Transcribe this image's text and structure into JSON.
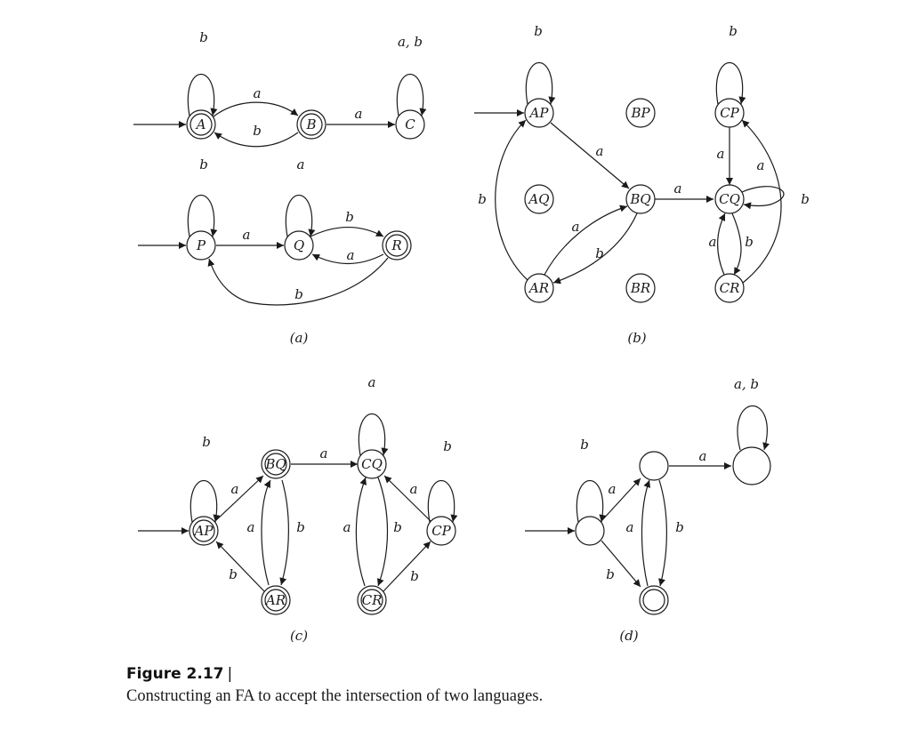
{
  "figure": {
    "number": "Figure 2.17",
    "separator": "|",
    "caption": "Constructing an FA to accept the intersection of two languages."
  },
  "subfigures": {
    "a": {
      "label": "(a)",
      "states": [
        "A",
        "B",
        "C",
        "P",
        "Q",
        "R"
      ],
      "transitions": [
        {
          "from": "A",
          "to": "A",
          "symbol": "b"
        },
        {
          "from": "A",
          "to": "B",
          "symbol": "a"
        },
        {
          "from": "B",
          "to": "A",
          "symbol": "b"
        },
        {
          "from": "B",
          "to": "C",
          "symbol": "a"
        },
        {
          "from": "C",
          "to": "C",
          "symbol": "a, b"
        },
        {
          "from": "P",
          "to": "P",
          "symbol": "b"
        },
        {
          "from": "P",
          "to": "Q",
          "symbol": "a"
        },
        {
          "from": "Q",
          "to": "Q",
          "symbol": "a"
        },
        {
          "from": "Q",
          "to": "R",
          "symbol": "b"
        },
        {
          "from": "R",
          "to": "Q",
          "symbol": "a"
        },
        {
          "from": "R",
          "to": "P",
          "symbol": "b"
        }
      ]
    },
    "b": {
      "label": "(b)",
      "states": [
        "AP",
        "BP",
        "CP",
        "AQ",
        "BQ",
        "CQ",
        "AR",
        "BR",
        "CR"
      ],
      "transitions": [
        {
          "from": "AP",
          "to": "AP",
          "symbol": "b"
        },
        {
          "from": "AP",
          "to": "BQ",
          "symbol": "a"
        },
        {
          "from": "AR",
          "to": "AP",
          "symbol": "b"
        },
        {
          "from": "AR",
          "to": "BQ",
          "symbol": "a"
        },
        {
          "from": "BQ",
          "to": "AR",
          "symbol": "b"
        },
        {
          "from": "BQ",
          "to": "CQ",
          "symbol": "a"
        },
        {
          "from": "CP",
          "to": "CP",
          "symbol": "b"
        },
        {
          "from": "CP",
          "to": "CQ",
          "symbol": "a"
        },
        {
          "from": "CQ",
          "to": "CQ",
          "symbol": "a"
        },
        {
          "from": "CQ",
          "to": "CR",
          "symbol": "b"
        },
        {
          "from": "CR",
          "to": "CQ",
          "symbol": "a"
        },
        {
          "from": "CR",
          "to": "CP",
          "symbol": "b"
        }
      ]
    },
    "c": {
      "label": "(c)",
      "states": [
        "AP",
        "BQ",
        "AR",
        "CQ",
        "CR",
        "CP"
      ],
      "transitions": [
        {
          "from": "AP",
          "to": "AP",
          "symbol": "b"
        },
        {
          "from": "AP",
          "to": "BQ",
          "symbol": "a"
        },
        {
          "from": "AR",
          "to": "AP",
          "symbol": "b"
        },
        {
          "from": "AR",
          "to": "BQ",
          "symbol": "a"
        },
        {
          "from": "BQ",
          "to": "AR",
          "symbol": "b"
        },
        {
          "from": "BQ",
          "to": "CQ",
          "symbol": "a"
        },
        {
          "from": "CQ",
          "to": "CQ",
          "symbol": "a"
        },
        {
          "from": "CQ",
          "to": "CR",
          "symbol": "b"
        },
        {
          "from": "CR",
          "to": "CQ",
          "symbol": "a"
        },
        {
          "from": "CR",
          "to": "CP",
          "symbol": "b"
        },
        {
          "from": "CP",
          "to": "CP",
          "symbol": "b"
        },
        {
          "from": "CP",
          "to": "CQ",
          "symbol": "a"
        }
      ]
    },
    "d": {
      "label": "(d)",
      "transitions": [
        {
          "symbol": "b"
        },
        {
          "symbol": "a"
        },
        {
          "symbol": "b"
        },
        {
          "symbol": "a"
        },
        {
          "symbol": "b"
        },
        {
          "symbol": "a"
        },
        {
          "symbol": "a, b"
        }
      ]
    }
  }
}
